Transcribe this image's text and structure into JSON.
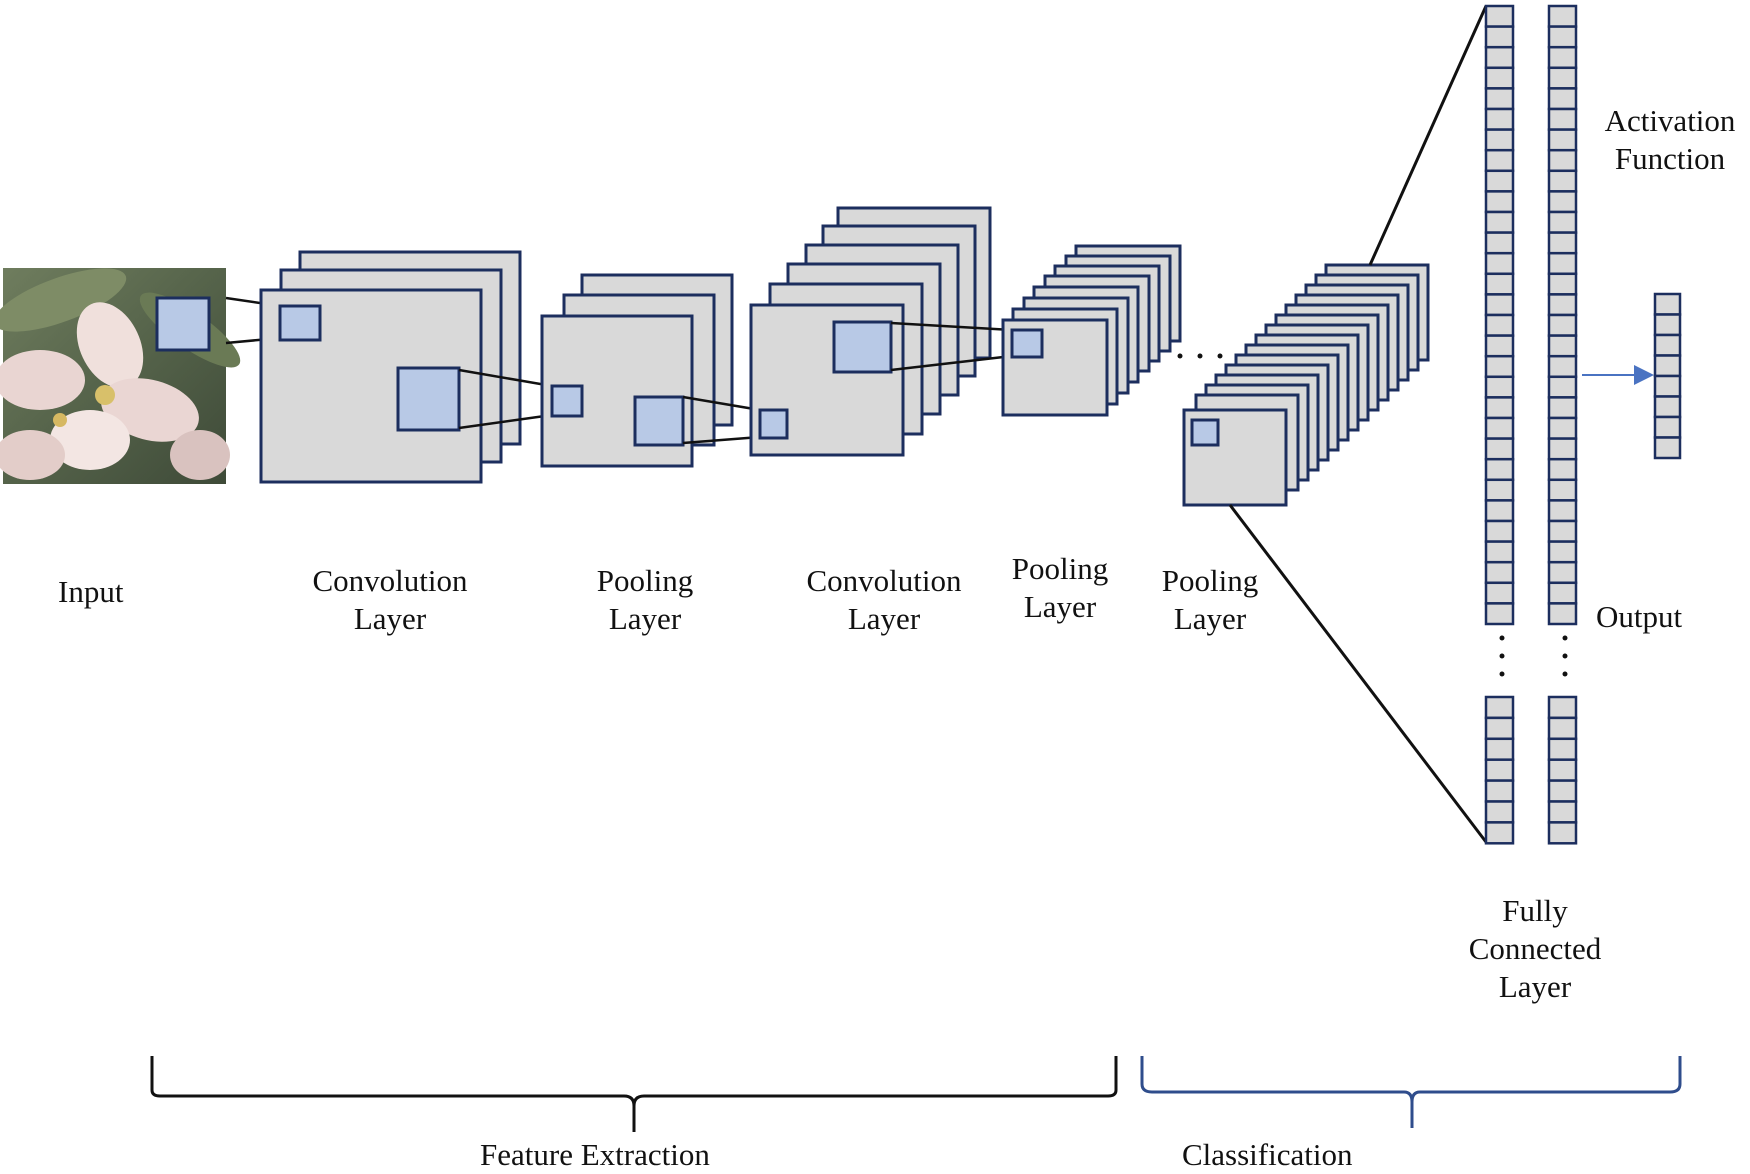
{
  "input": {
    "label": "Input"
  },
  "layers": {
    "conv1": {
      "line1": "Convolution",
      "line2": "Layer"
    },
    "pool1": {
      "line1": "Pooling",
      "line2": "Layer"
    },
    "conv2": {
      "line1": "Convolution",
      "line2": "Layer"
    },
    "pool2": {
      "line1": "Pooling",
      "line2": "Layer"
    },
    "pool3": {
      "line1": "Pooling",
      "line2": "Layer"
    },
    "fully_connected": {
      "line1": "Fully",
      "line2": "Connected",
      "line3": "Layer"
    }
  },
  "activation": {
    "line1": "Activation",
    "line2": "Function"
  },
  "output": {
    "label": "Output"
  },
  "sections": {
    "feature_extraction": "Feature Extraction",
    "classification": "Classification"
  },
  "colors": {
    "map_fill": "#d9d9d9",
    "map_stroke": "#1c2e5e",
    "filter_fill": "#b8c9e6",
    "arrow": "#4a73c2",
    "classification_brace": "#2f4d8c",
    "feature_brace": "#111111"
  }
}
